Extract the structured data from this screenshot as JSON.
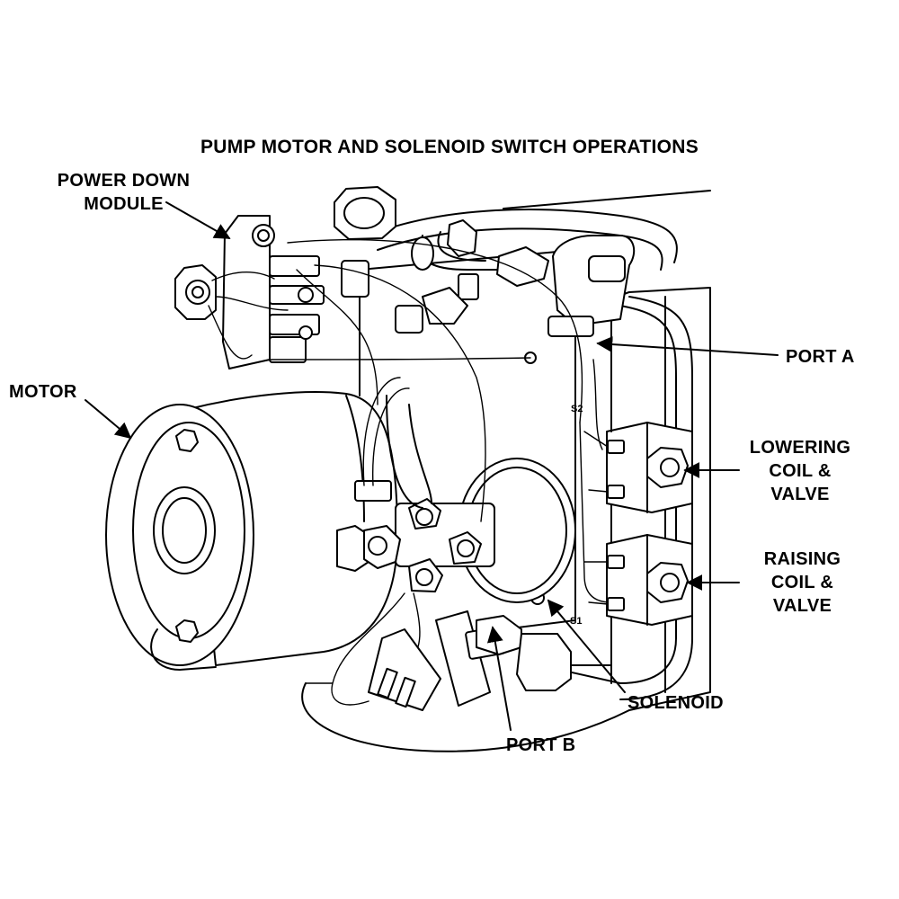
{
  "title": "PUMP MOTOR AND SOLENOID SWITCH OPERATIONS",
  "labels": {
    "power_down_module": [
      "POWER DOWN",
      "MODULE"
    ],
    "motor": "MOTOR",
    "port_a": "PORT A",
    "lowering": [
      "LOWERING",
      "COIL &",
      "VALVE"
    ],
    "raising": [
      "RAISING",
      "COIL &",
      "VALVE"
    ],
    "solenoid": "SOLENOID",
    "port_b": "PORT B",
    "s1": "S1",
    "s2": "S2"
  }
}
